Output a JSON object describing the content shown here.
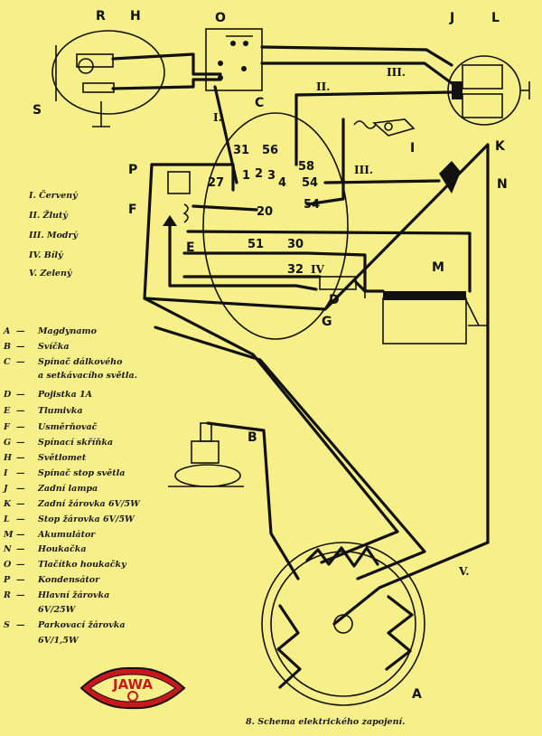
{
  "component_letters": [
    "R",
    "H",
    "O",
    "J",
    "L",
    "C",
    "S",
    "K",
    "N",
    "P",
    "F",
    "E",
    "M",
    "D",
    "G",
    "B",
    "A",
    "I"
  ],
  "switch_terminals": [
    "31",
    "56",
    "58",
    "27",
    "1",
    "2",
    "3",
    "4",
    "54",
    "54",
    "20",
    "51",
    "30",
    "32"
  ],
  "wire_numerals": {
    "i": "I.",
    "ii": "II.",
    "iii": "III.",
    "iii_b": "III.",
    "iv": "IV",
    "v": "V."
  },
  "wire_colors": [
    {
      "num": "I.",
      "name": "Červený"
    },
    {
      "num": "II.",
      "name": "Žlutý"
    },
    {
      "num": "III.",
      "name": "Modrý"
    },
    {
      "num": "IV.",
      "name": "Bílý"
    },
    {
      "num": "V.",
      "name": "Zelený"
    }
  ],
  "legend": [
    {
      "key": "A",
      "text": "Magdynamo"
    },
    {
      "key": "B",
      "text": "Svíčka"
    },
    {
      "key": "C",
      "text": "Spínač dálkového"
    },
    {
      "key": "",
      "text": "a setkávacího světla."
    },
    {
      "key": "D",
      "text": "Pojistka 1A"
    },
    {
      "key": "E",
      "text": "Tlumivka"
    },
    {
      "key": "F",
      "text": "Usměrňovač"
    },
    {
      "key": "G",
      "text": "Spínací skříňka"
    },
    {
      "key": "H",
      "text": "Světlomet"
    },
    {
      "key": "I",
      "text": "Spínač stop světla"
    },
    {
      "key": "J",
      "text": "Zadní lampa"
    },
    {
      "key": "K",
      "text": "Zadní žárovka 6V/5W"
    },
    {
      "key": "L",
      "text": "Stop žárovka 6V/5W"
    },
    {
      "key": "M",
      "text": "Akumulátor"
    },
    {
      "key": "N",
      "text": "Houkačka"
    },
    {
      "key": "O",
      "text": "Tlačítko houkačky"
    },
    {
      "key": "P",
      "text": "Kondensátor"
    },
    {
      "key": "R",
      "text": "Hlavní žárovka"
    },
    {
      "key": "",
      "text": "6V/25W"
    },
    {
      "key": "S",
      "text": "Parkovací žárovka"
    },
    {
      "key": "",
      "text": "6V/1,5W"
    }
  ],
  "logo_text": "JAWA",
  "caption": "8. Schema elektrického zapojení."
}
